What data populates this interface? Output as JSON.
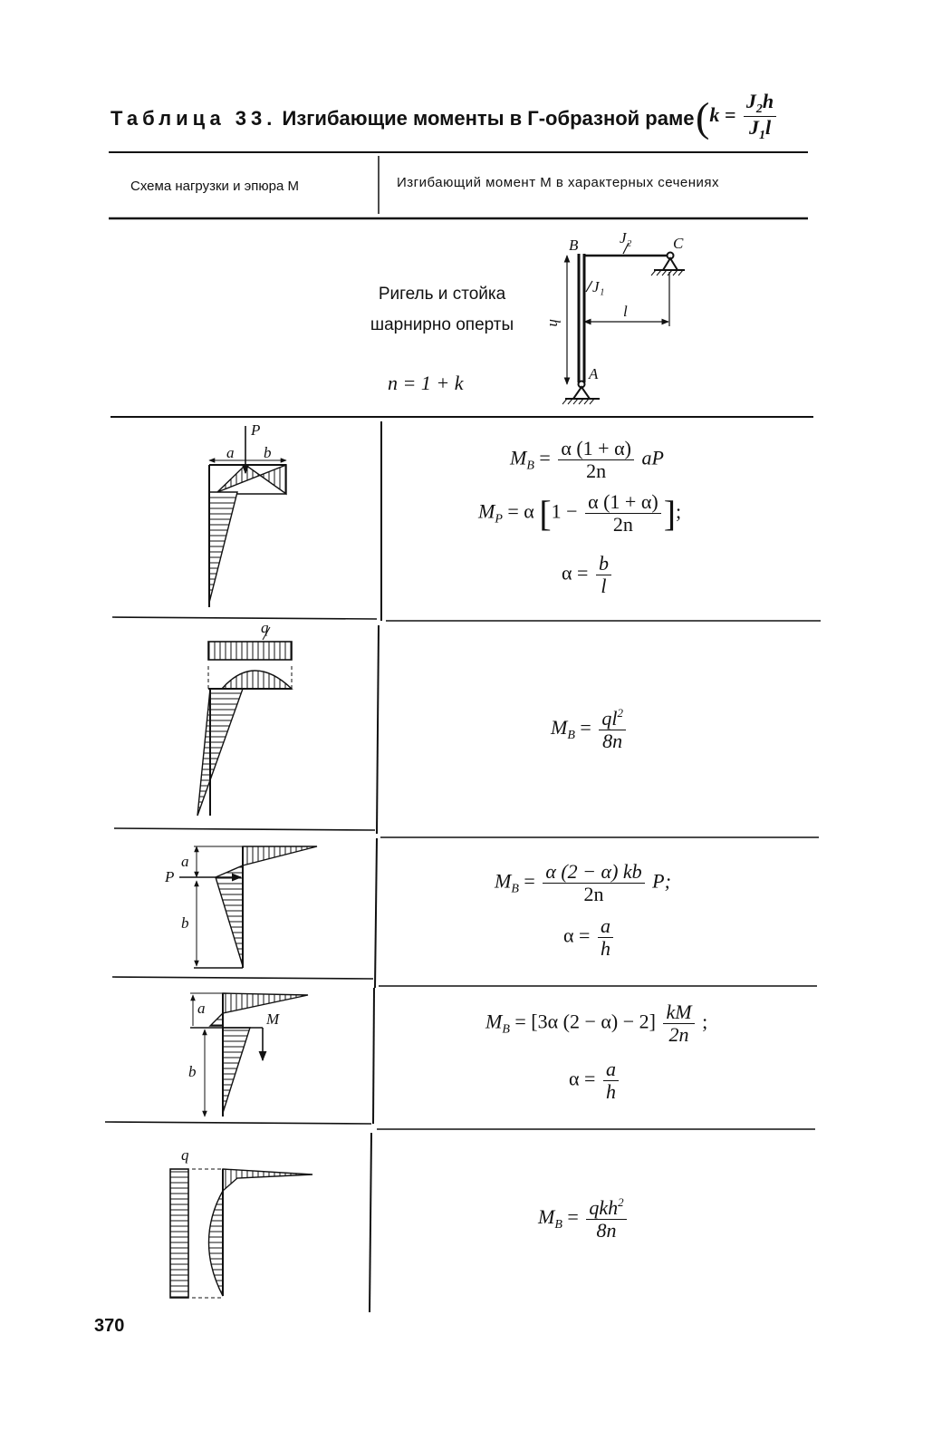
{
  "title": {
    "prefix": "Таблица 33.",
    "text": "Изгибающие моменты в Г-образной раме",
    "k_formula": {
      "lhs": "k =",
      "num_main": "J",
      "num_sub": "2",
      "num_tail": "h",
      "den_main": "J",
      "den_sub": "1",
      "den_tail": "l"
    }
  },
  "header": {
    "col1": "Схема нагрузки и эпюра M",
    "col2": "Изгибающий момент M в характерных сечениях"
  },
  "intro": {
    "line1": "Ригель и стойка",
    "line2": "шарнирно оперты",
    "n_formula": "n = 1 + k",
    "labels": {
      "B": "B",
      "C": "C",
      "A": "A",
      "J2": "J₂",
      "J1": "J₁",
      "l": "l",
      "h": "h"
    }
  },
  "rows": [
    {
      "labels": {
        "P": "P",
        "a": "a",
        "b": "b"
      },
      "f1": {
        "lhs": "M",
        "lhs_sub": "B",
        "eq": "=",
        "num": "α (1 + α)",
        "den": "2n",
        "tail": "aP"
      },
      "f2": {
        "lhs": "M",
        "lhs_sub": "P",
        "eq": "= α",
        "one": "1 −",
        "num": "α (1 + α)",
        "den": "2n",
        "tail": ";"
      },
      "f3": {
        "lhs": "α =",
        "num": "b",
        "den": "l"
      }
    },
    {
      "labels": {
        "q": "q"
      },
      "f1": {
        "lhs": "M",
        "lhs_sub": "B",
        "eq": "=",
        "num": "ql",
        "num_sup": "2",
        "den": "8n"
      }
    },
    {
      "labels": {
        "P": "P",
        "a": "a",
        "b": "b"
      },
      "f1": {
        "lhs": "M",
        "lhs_sub": "B",
        "eq": "=",
        "num": "α (2 − α) kb",
        "den": "2n",
        "tail": "P;"
      },
      "f2": {
        "lhs": "α =",
        "num": "a",
        "den": "h"
      }
    },
    {
      "labels": {
        "M": "M",
        "a": "a",
        "b": "b"
      },
      "f1": {
        "lhs": "M",
        "lhs_sub": "B",
        "eq": "= [3α (2 − α) − 2]",
        "num": "kM",
        "den": "2n",
        "tail": ";"
      },
      "f2": {
        "lhs": "α =",
        "num": "a",
        "den": "h"
      }
    },
    {
      "labels": {
        "q": "q"
      },
      "f1": {
        "lhs": "M",
        "lhs_sub": "B",
        "eq": "=",
        "num": "qkh",
        "num_sup": "2",
        "den": "8n"
      }
    }
  ],
  "page_number": "370"
}
